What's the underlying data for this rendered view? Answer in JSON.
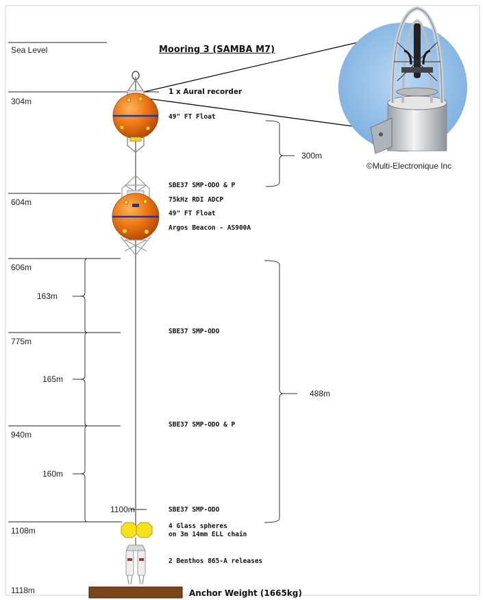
{
  "title": "Mooring 3 (SAMBA M7)",
  "credit": "©Multi-Electronique Inc",
  "depths": {
    "sea_level": "Sea Level",
    "d304": "304m",
    "d604": "604m",
    "d606": "606m",
    "d775": "775m",
    "d940": "940m",
    "d1100": "1100m",
    "d1108": "1108m",
    "d1118": "1118m"
  },
  "spans": {
    "s300": "300m",
    "s163": "163m",
    "s165": "165m",
    "s160": "160m",
    "s488": "488m"
  },
  "instruments": {
    "aural": "1 x Aural recorder",
    "float1": "49\" FT Float",
    "sbe_top": "SBE37 SMP-ODO & P",
    "adcp": "75kHz RDI ADCP",
    "float2": "49\" FT Float",
    "argos": "Argos Beacon - AS900A",
    "sbe_775": "SBE37 SMP-ODO",
    "sbe_940": "SBE37 SMP-ODO & P",
    "sbe_1100": "SBE37 SMP-ODO",
    "glass_1": "4 Glass spheres",
    "glass_2": "on 3m 14mm ELL chain",
    "releases": "2 Benthos 865-A releases",
    "anchor": "Anchor Weight (1665kg)"
  },
  "colors": {
    "float_orange": "#e8700f",
    "band_blue": "#2233aa",
    "glass_yellow": "#f5e21a",
    "anchor_brown": "#7a4519",
    "photo_sky": "#8fbde8"
  }
}
